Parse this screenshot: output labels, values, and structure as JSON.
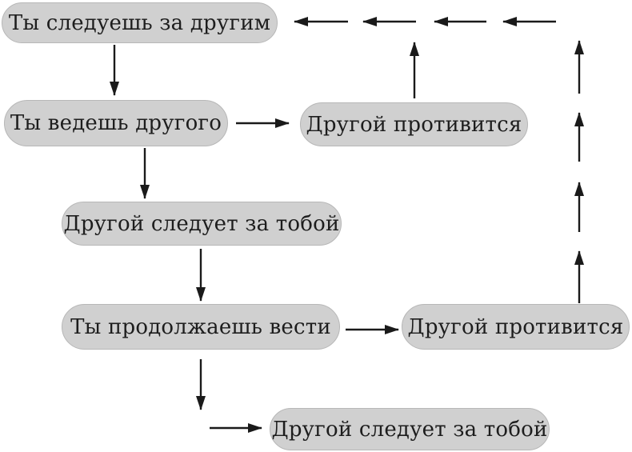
{
  "diagram": {
    "title": "Leading and following interaction loop flowchart",
    "colors": {
      "background": "#ffffff",
      "node_fill": "#d0d0d0",
      "node_border": "#b7b7b7",
      "text": "#1d1d1d",
      "arrow": "#1a1a1a"
    },
    "nodes": [
      {
        "id": "you-follow-other",
        "label": "Ты следуешь за другим"
      },
      {
        "id": "you-lead-other",
        "label": "Ты ведешь другого"
      },
      {
        "id": "other-resists-top",
        "label": "Другой противится"
      },
      {
        "id": "other-follows-you",
        "label": "Другой следует за тобой"
      },
      {
        "id": "you-continue-leading",
        "label": "Ты продолжаешь вести"
      },
      {
        "id": "other-resists-bottom",
        "label": "Другой противится"
      },
      {
        "id": "other-follows-bottom",
        "label": "Другой следует за тобой"
      }
    ],
    "edges": [
      {
        "from": "you-follow-other",
        "to": "you-lead-other",
        "style": "solid-single"
      },
      {
        "from": "you-lead-other",
        "to": "other-resists-top",
        "style": "solid-single"
      },
      {
        "from": "you-lead-other",
        "to": "other-follows-you",
        "style": "solid-single"
      },
      {
        "from": "other-resists-top",
        "to": "you-follow-other",
        "style": "segmented-return-path-via-top"
      },
      {
        "from": "other-follows-you",
        "to": "you-continue-leading",
        "style": "solid-single"
      },
      {
        "from": "you-continue-leading",
        "to": "other-resists-bottom",
        "style": "solid-single"
      },
      {
        "from": "you-continue-leading",
        "to": "other-follows-bottom",
        "style": "solid-elbow"
      },
      {
        "from": "other-resists-bottom",
        "to": "you-follow-other",
        "style": "segmented-return-path-via-right-and-top"
      }
    ]
  }
}
